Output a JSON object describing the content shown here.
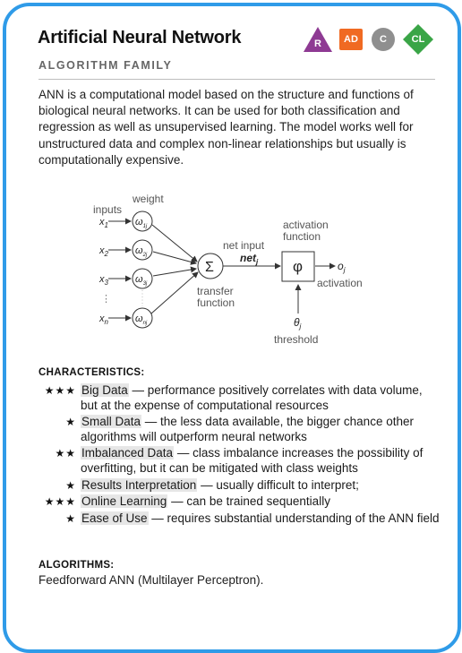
{
  "header": {
    "title": "Artificial Neural Network",
    "subtitle": "ALGORITHM FAMILY",
    "badges": [
      {
        "label": "R",
        "color": "#8e3a93",
        "shape": "triangle"
      },
      {
        "label": "AD",
        "color": "#f06a22",
        "shape": "square"
      },
      {
        "label": "C",
        "color": "#8f8f8f",
        "shape": "circle"
      },
      {
        "label": "CL",
        "color": "#3aa547",
        "shape": "diamond"
      }
    ]
  },
  "description": "ANN is a computational model based on the structure and functions of biological neural networks. It can be used for both classification and regression as well as unsupervised learning. The model works well for unstructured data and complex non-linear relationships but usually is computationally expensive.",
  "diagram": {
    "inputs_label": "inputs",
    "weight_label": "weight",
    "inputs": [
      {
        "x": "x",
        "sub": "1",
        "w_sub": "1j"
      },
      {
        "x": "x",
        "sub": "2",
        "w_sub": "2j"
      },
      {
        "x": "x",
        "sub": "3",
        "w_sub": "3j"
      },
      {
        "x": "x",
        "sub": "n",
        "w_sub": "nj"
      }
    ],
    "ellipsis": "⋮",
    "weight_symbol": "ω",
    "sum_symbol": "Σ",
    "net_input_label": "net input",
    "net_var": "net",
    "net_sub": "j",
    "transfer_label_1": "transfer",
    "transfer_label_2": "function",
    "activation_function_label_1": "activation",
    "activation_function_label_2": "function",
    "phi_symbol": "φ",
    "output_var": "o",
    "output_sub": "j",
    "activation_label": "activation",
    "theta_var": "θ",
    "theta_sub": "j",
    "threshold_label": "threshold"
  },
  "characteristics": {
    "heading": "CHARACTERISTICS:",
    "items": [
      {
        "stars": "★★★",
        "name": "Big Data",
        "text": " — performance positively correlates with data volume, but at the expense of computational resources"
      },
      {
        "stars": "★",
        "name": "Small Data",
        "text": " — the less data available, the bigger chance other algorithms will outperform neural networks"
      },
      {
        "stars": "★★",
        "name": "Imbalanced Data",
        "text": " — class imbalance increases the possibility of overfitting, but it can be mitigated with class weights"
      },
      {
        "stars": "★",
        "name": "Results Interpretation",
        "text": " — usually difficult to interpret;"
      },
      {
        "stars": "★★★",
        "name": "Online Learning",
        "text": " — can be trained sequentially"
      },
      {
        "stars": "★",
        "name": "Ease of Use",
        "text": " — requires substantial understanding of the ANN field"
      }
    ]
  },
  "algorithms": {
    "heading": "ALGORITHMS:",
    "text": "Feedforward ANN (Multilayer Perceptron)."
  }
}
